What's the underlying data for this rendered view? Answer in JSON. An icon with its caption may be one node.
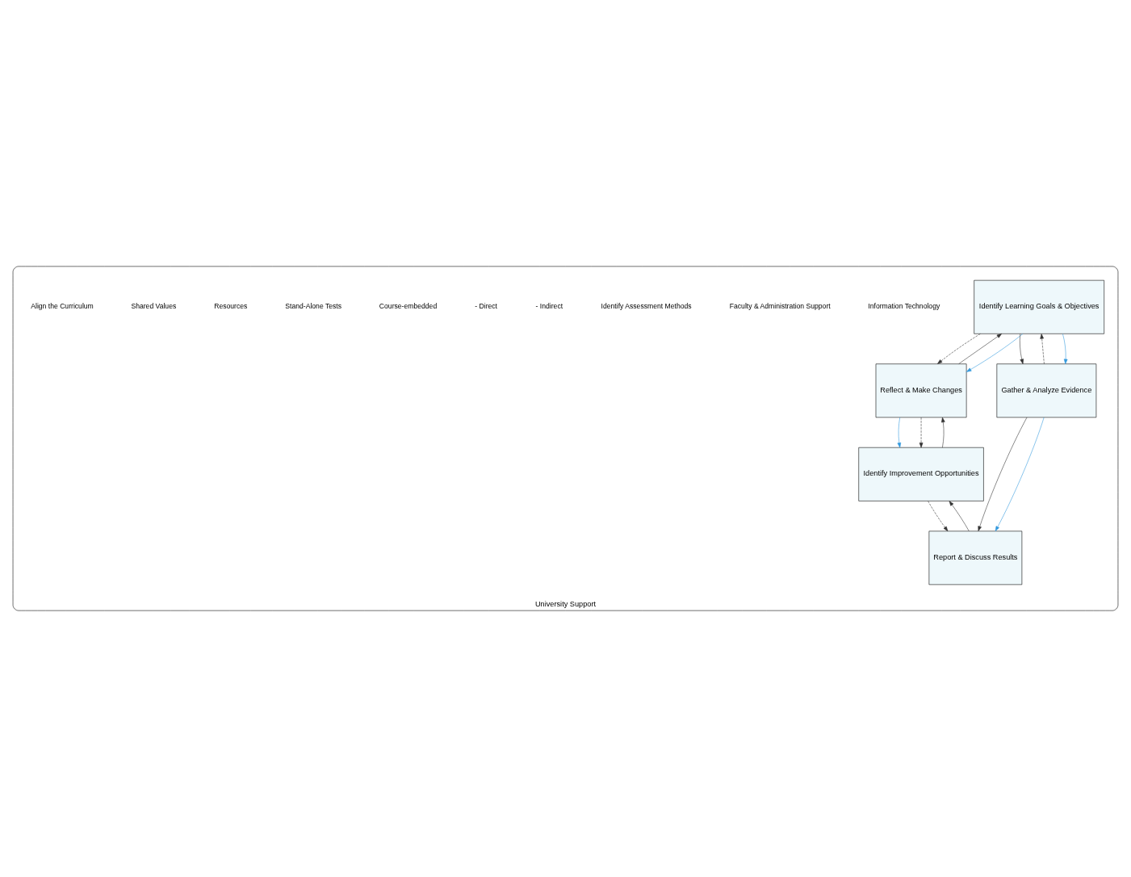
{
  "diagram": {
    "nodes": [
      {
        "text": [
          "University Support"
        ]
      },
      {
        "text": [
          "Identify Learning Goals & Objectives"
        ],
        "in": 0
      },
      {
        "text": [
          "Reflect & Make Changes"
        ],
        "in": 0
      },
      {
        "text": [
          "Gather & Analyze Evidence"
        ],
        "in": 0
      },
      {
        "text": [
          "Identify Improvement Opportunities"
        ],
        "in": 0
      },
      {
        "text": [
          "Report & Discuss Results"
        ],
        "in": 0
      }
    ],
    "edges": [
      {
        "from": 2,
        "to": 1,
        "arrow": "to"
      },
      {
        "from": 1,
        "to": 2,
        "arrow": "to",
        "style": "dashed"
      },
      {
        "from": 3,
        "to": 1,
        "arrow": "to",
        "style": "dashed"
      },
      {
        "from": 1,
        "to": 3,
        "arrow": "to"
      },
      {
        "from": 1,
        "to": 2,
        "arrow": "to",
        "color": "#3399dd"
      },
      {
        "from": 1,
        "to": 3,
        "arrow": "to",
        "color": "#3399dd"
      },
      {
        "from": 3,
        "to": 5,
        "arrow": "to"
      },
      {
        "from": 3,
        "to": 5,
        "arrow": "to",
        "color": "#3399dd"
      },
      {
        "from": 2,
        "to": 4,
        "arrow": "to",
        "color": "#3399dd"
      },
      {
        "from": 2,
        "to": 4,
        "arrow": "to",
        "style": "dashed"
      },
      {
        "from": 4,
        "to": 2,
        "arrow": "to"
      },
      {
        "from": 5,
        "to": 4,
        "arrow": "to"
      },
      {
        "from": 4,
        "to": 5,
        "arrow": "to",
        "style": "dashed"
      }
    ],
    "labels": [
      "Information Technology",
      "Faculty & Administration Support",
      "Identify Assessment Methods",
      "- Indirect",
      "- Direct",
      "Course-embedded",
      "Stand-Alone Tests",
      "Resources",
      "Shared Values",
      "Align the Curriculum"
    ]
  }
}
